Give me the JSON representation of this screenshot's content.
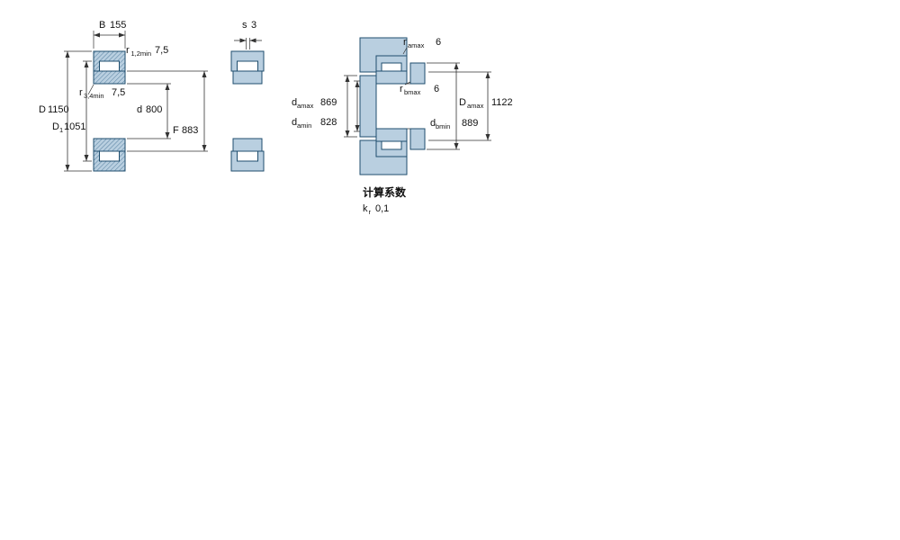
{
  "drawing": {
    "left_view": {
      "B": {
        "sym": "B",
        "val": "155"
      },
      "r12": {
        "sym": "r",
        "sub": "1,2min",
        "val": "7,5"
      },
      "r34": {
        "sym": "r",
        "sub": "3,4min",
        "val": "7,5"
      },
      "D": {
        "sym": "D",
        "val": "1150"
      },
      "D1": {
        "sym": "D",
        "sub": "1",
        "val": "1051"
      },
      "d": {
        "sym": "d",
        "val": "800"
      },
      "F": {
        "sym": "F",
        "val": "883"
      }
    },
    "middle_view": {
      "s": {
        "sym": "s",
        "val": "3"
      }
    },
    "right_view": {
      "ramax": {
        "sym": "r",
        "sub": "amax",
        "val": "6"
      },
      "rbmax": {
        "sym": "r",
        "sub": "bmax",
        "val": "6"
      },
      "damax": {
        "sym": "d",
        "sub": "amax",
        "val": "869"
      },
      "damin": {
        "sym": "d",
        "sub": "amin",
        "val": "828"
      },
      "Damax": {
        "sym": "D",
        "sub": "amax",
        "val": "1122"
      },
      "dbmin": {
        "sym": "d",
        "sub": "bmin",
        "val": "889"
      }
    },
    "factors": {
      "heading": "计算系数",
      "kr": {
        "sym": "k",
        "sub": "r",
        "val": "0,1"
      }
    },
    "colors": {
      "fill": "#b9cfe0",
      "outline": "#1f4e6e",
      "hatch_line": "#3a6b8f",
      "dim_line": "#333333"
    }
  }
}
